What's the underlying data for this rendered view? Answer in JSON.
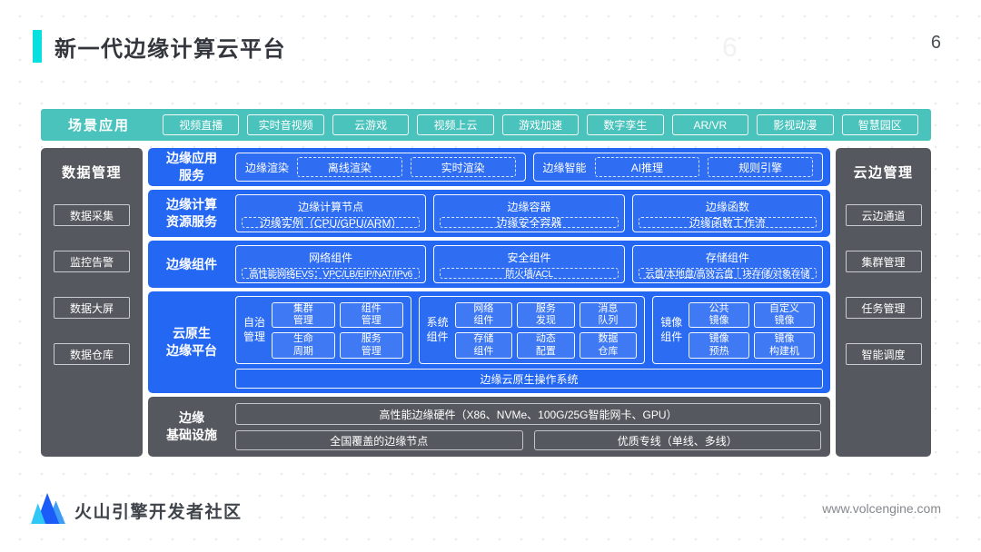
{
  "page": {
    "title": "新一代边缘计算云平台",
    "page_number": "6",
    "watermark": "6"
  },
  "scene_bar": {
    "label": "场景应用",
    "items": [
      "视频直播",
      "实时音视频",
      "云游戏",
      "视频上云",
      "游戏加速",
      "数字孪生",
      "AR/VR",
      "影视动漫",
      "智慧园区"
    ]
  },
  "left_panel": {
    "title": "数据管理",
    "items": [
      "数据采集",
      "监控告警",
      "数据大屏",
      "数据仓库"
    ]
  },
  "right_panel": {
    "title": "云边管理",
    "items": [
      "云边通道",
      "集群管理",
      "任务管理",
      "智能调度"
    ]
  },
  "rows": {
    "app": {
      "label1": "边缘应用",
      "label2": "服务",
      "groups": [
        {
          "name": "边缘渲染",
          "items": [
            "离线渲染",
            "实时渲染"
          ]
        },
        {
          "name": "边缘智能",
          "items": [
            "AI推理",
            "规则引擎"
          ]
        }
      ]
    },
    "compute": {
      "label1": "边缘计算",
      "label2": "资源服务",
      "cards": [
        {
          "title": "边缘计算节点",
          "item": "边缘实例（CPU/GPU/ARM）"
        },
        {
          "title": "边缘容器",
          "item": "边缘安全容器"
        },
        {
          "title": "边缘函数",
          "item": "边缘函数工作流"
        }
      ]
    },
    "components": {
      "label1": "边缘组件",
      "cards": [
        {
          "title": "网络组件",
          "item": "高性能网络EVS：VPC/LB/EIP/NAT/IPv6"
        },
        {
          "title": "安全组件",
          "item": "防火墙/ACL"
        },
        {
          "title": "存储组件",
          "item": "云盘/本地盘/高效云盘｜块存储/对象存储"
        }
      ]
    },
    "cloud_native": {
      "label1": "云原生",
      "label2": "边缘平台",
      "groups": [
        {
          "name1": "自治",
          "name2": "管理",
          "cells": [
            [
              "集群",
              "管理"
            ],
            [
              "组件",
              "管理"
            ],
            [
              "生命",
              "周期"
            ],
            [
              "服务",
              "管理"
            ]
          ]
        },
        {
          "name1": "系统",
          "name2": "组件",
          "cells": [
            [
              "网络",
              "组件"
            ],
            [
              "服务",
              "发现"
            ],
            [
              "消息",
              "队列"
            ],
            [
              "存储",
              "组件"
            ],
            [
              "动态",
              "配置"
            ],
            [
              "数据",
              "仓库"
            ]
          ]
        },
        {
          "name1": "镜像",
          "name2": "组件",
          "cells": [
            [
              "公共",
              "镜像"
            ],
            [
              "自定义",
              "镜像"
            ],
            [
              "镜像",
              "预热"
            ],
            [
              "镜像",
              "构建机"
            ]
          ]
        }
      ],
      "os_bar": "边缘云原生操作系统"
    },
    "infra": {
      "label1": "边缘",
      "label2": "基础设施",
      "top": "高性能边缘硬件（X86、NVMe、100G/25G智能网卡、GPU）",
      "bottom": [
        "全国覆盖的边缘节点",
        "优质专线（单线、多线）"
      ]
    }
  },
  "footer": {
    "brand": "火山引擎开发者社区",
    "url": "www.volcengine.com"
  },
  "icons": {
    "logo": "volcengine-mountains-icon"
  },
  "colors": {
    "accent_cyan": "#07E0DF",
    "teal": "#4AC3BC",
    "row_blue": "#2467F2",
    "panel_dark": "#55585E"
  }
}
